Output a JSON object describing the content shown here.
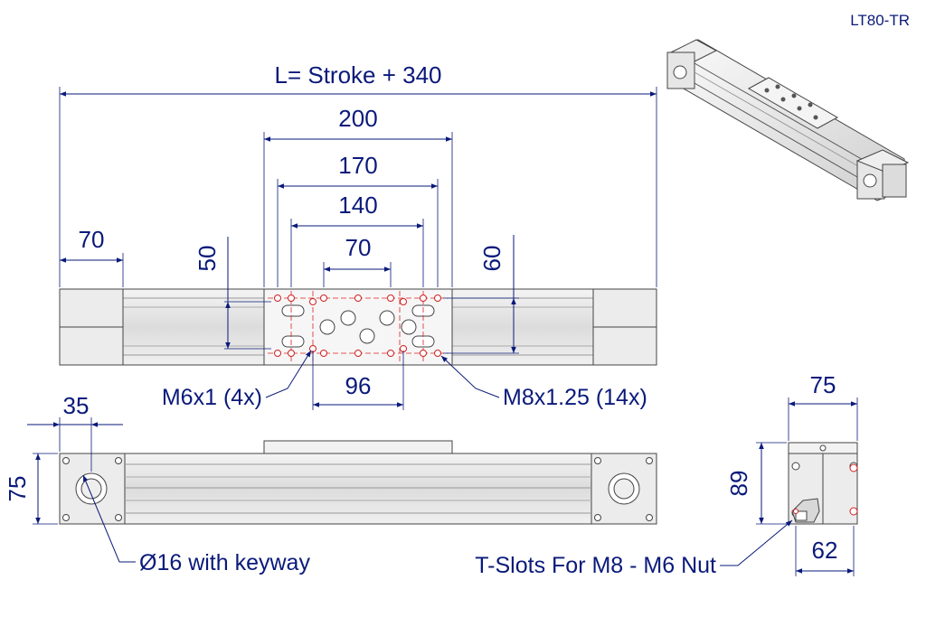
{
  "model": "LT80-TR",
  "dimensions": {
    "overall_length": "L= Stroke + 340",
    "carriage_200": "200",
    "carriage_170": "170",
    "carriage_140": "140",
    "carriage_70": "70",
    "end_block_70": "70",
    "vertical_50": "50",
    "vertical_60": "60",
    "spacing_96": "96",
    "shaft_offset_35": "35",
    "height_75_side": "75",
    "width_75_end": "75",
    "height_89_end": "89",
    "width_62_end": "62"
  },
  "callouts": {
    "m6": "M6x1 (4x)",
    "m8": "M8x1.25 (14x)",
    "shaft": "Ø16 with keyway",
    "tslots": "T-Slots For M8 - M6 Nut"
  },
  "colors": {
    "dimension": "#0a1a7a",
    "centerline": "#e02020",
    "part_fill": "#e8e8e8"
  }
}
